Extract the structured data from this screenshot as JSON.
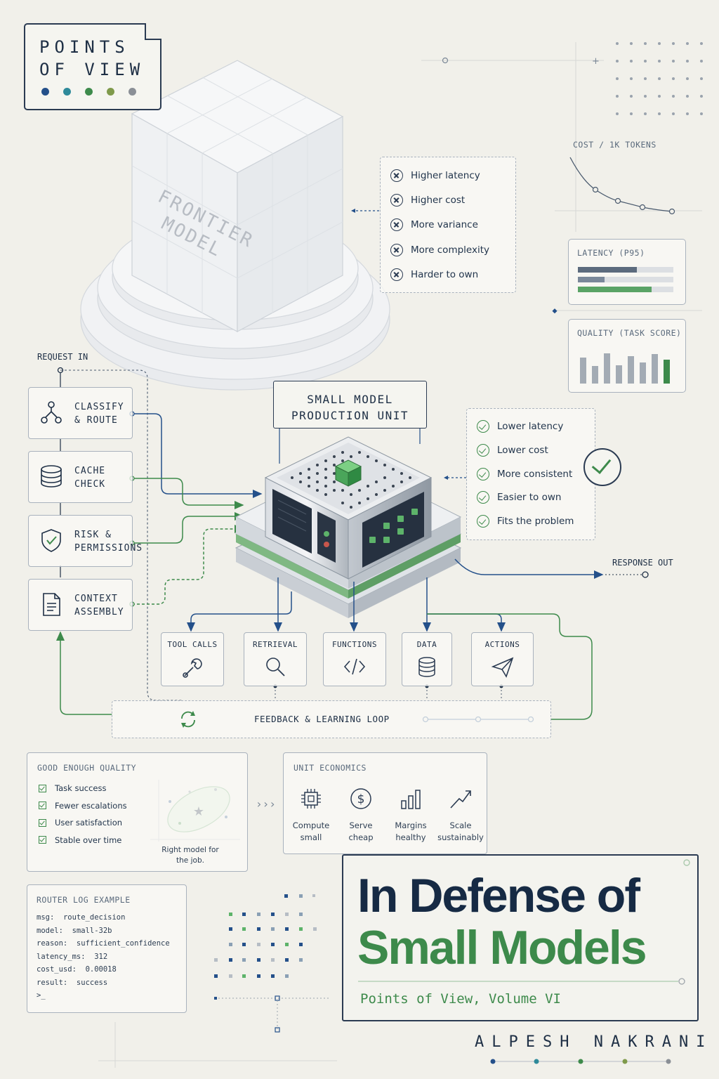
{
  "series_label": {
    "line1": "POINTS",
    "line2": "OF VIEW",
    "dot_colors": [
      "#24508a",
      "#2e8a9a",
      "#3d8a4b",
      "#7f9a4b",
      "#8a8f96"
    ]
  },
  "frontier": {
    "label_line1": "FRONTIER",
    "label_line2": "MODEL"
  },
  "frontier_cons": [
    "Higher latency",
    "Higher cost",
    "More variance",
    "More complexity",
    "Harder to own"
  ],
  "metrics": {
    "cost_title": "COST / 1K TOKENS",
    "latency_title": "LATENCY (P95)",
    "latency_bars": [
      0.62,
      0.28,
      0.77
    ],
    "quality_title": "QUALITY (TASK SCORE)",
    "quality_bars": [
      0.78,
      0.52,
      0.9,
      0.55,
      0.82,
      0.62,
      0.88,
      0.7
    ]
  },
  "request_in": "REQUEST IN",
  "pipeline": [
    {
      "line1": "CLASSIFY",
      "line2": "& ROUTE",
      "icon": "branch-icon"
    },
    {
      "line1": "CACHE",
      "line2": "CHECK",
      "icon": "database-icon"
    },
    {
      "line1": "RISK &",
      "line2": "PERMISSIONS",
      "icon": "shield-check-icon"
    },
    {
      "line1": "CONTEXT",
      "line2": "ASSEMBLY",
      "icon": "document-icon"
    }
  ],
  "unit": {
    "line1": "SMALL MODEL",
    "line2": "PRODUCTION UNIT"
  },
  "small_pros": [
    "Lower latency",
    "Lower cost",
    "More consistent",
    "Easier to own",
    "Fits the problem"
  ],
  "response_out": "RESPONSE OUT",
  "tools": [
    {
      "label": "TOOL CALLS",
      "icon": "wrench-icon"
    },
    {
      "label": "RETRIEVAL",
      "icon": "search-icon"
    },
    {
      "label": "FUNCTIONS",
      "icon": "code-icon"
    },
    {
      "label": "DATA",
      "icon": "database-icon"
    },
    {
      "label": "ACTIONS",
      "icon": "send-icon"
    }
  ],
  "feedback": "FEEDBACK & LEARNING LOOP",
  "quality_panel": {
    "title": "GOOD ENOUGH QUALITY",
    "items": [
      "Task success",
      "Fewer escalations",
      "User satisfaction",
      "Stable over time"
    ],
    "caption_line1": "Right model for",
    "caption_line2": "the job."
  },
  "economics_panel": {
    "title": "UNIT ECONOMICS",
    "items": [
      {
        "line1": "Compute",
        "line2": "small",
        "icon": "chip-icon"
      },
      {
        "line1": "Serve",
        "line2": "cheap",
        "icon": "dollar-icon"
      },
      {
        "line1": "Margins",
        "line2": "healthy",
        "icon": "bar-chart-icon"
      },
      {
        "line1": "Scale",
        "line2": "sustainably",
        "icon": "trend-up-icon"
      }
    ]
  },
  "router_log": {
    "title": "ROUTER LOG EXAMPLE",
    "lines": [
      {
        "key": "msg:",
        "value": "route_decision"
      },
      {
        "key": "model:",
        "value": "small-32b"
      },
      {
        "key": "reason:",
        "value": "sufficient_confidence"
      },
      {
        "key": "latency_ms:",
        "value": "312"
      },
      {
        "key": "cost_usd:",
        "value": "0.00018"
      },
      {
        "key": "result:",
        "value": "success"
      }
    ],
    "prompt": ">_"
  },
  "book": {
    "title_line1": "In Defense of",
    "title_line2": "Small Models",
    "subtitle": "Points of View, Volume VI",
    "author": "ALPESH NAKRANI"
  },
  "colors": {
    "navy": "#1e2f45",
    "green": "#3d8a4b",
    "blue": "#24508a",
    "grey": "#a9b2bd"
  }
}
